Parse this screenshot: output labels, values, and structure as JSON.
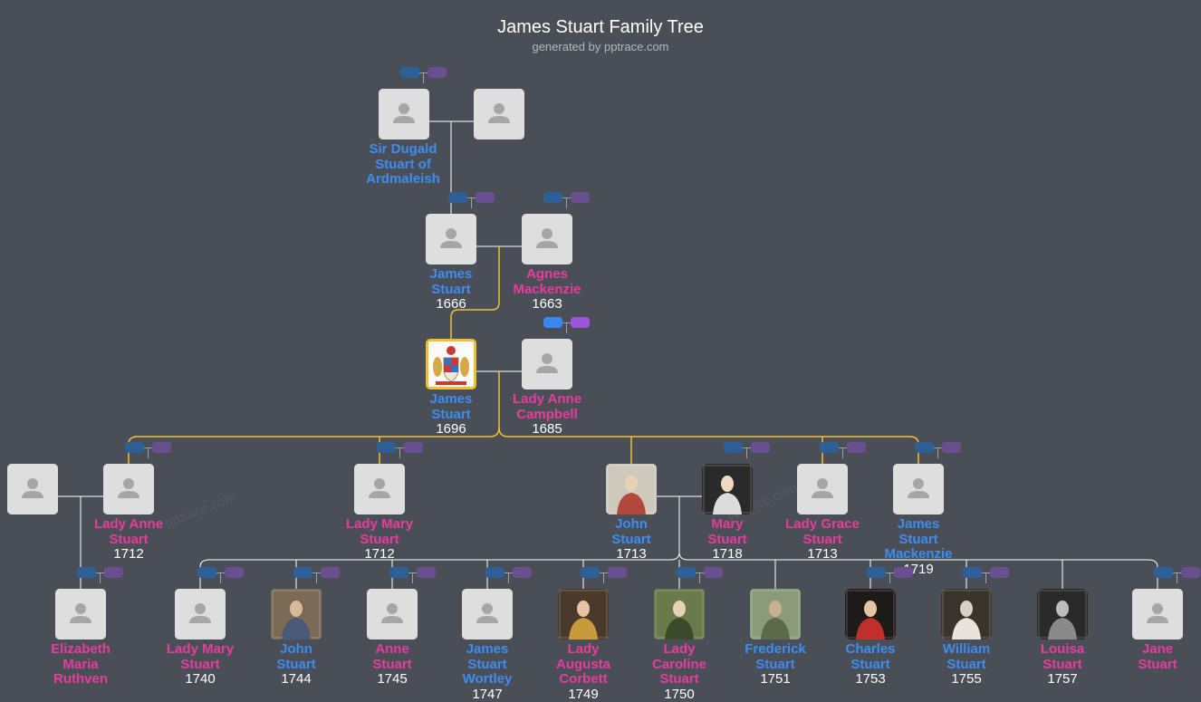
{
  "header": {
    "title": "James Stuart Family Tree",
    "subtitle": "generated by pptrace.com"
  },
  "watermark": "pptrace.com",
  "people": [
    {
      "id": "p1",
      "name": "Sir Dugald Stuart of Ardmaleish",
      "year": "",
      "sex": "m",
      "photo": "silhouette"
    },
    {
      "id": "p2",
      "name": "",
      "year": "",
      "sex": "f",
      "photo": "silhouette"
    },
    {
      "id": "p3",
      "name": "James Stuart",
      "year": "1666",
      "sex": "m",
      "photo": "silhouette"
    },
    {
      "id": "p4",
      "name": "Agnes Mackenzie",
      "year": "1663",
      "sex": "f",
      "photo": "silhouette"
    },
    {
      "id": "p5",
      "name": "James Stuart",
      "year": "1696",
      "sex": "m",
      "photo": "coat-of-arms",
      "focus": true
    },
    {
      "id": "p6",
      "name": "Lady Anne Campbell",
      "year": "1685",
      "sex": "f",
      "photo": "silhouette"
    },
    {
      "id": "p7",
      "name": "",
      "year": "",
      "sex": "m",
      "photo": "silhouette"
    },
    {
      "id": "p8",
      "name": "Lady Anne Stuart",
      "year": "1712",
      "sex": "f",
      "photo": "silhouette"
    },
    {
      "id": "p9",
      "name": "Lady Mary Stuart",
      "year": "1712",
      "sex": "f",
      "photo": "silhouette"
    },
    {
      "id": "p10",
      "name": "John Stuart",
      "year": "1713",
      "sex": "m",
      "photo": "portrait"
    },
    {
      "id": "p11",
      "name": "Mary Stuart",
      "year": "1718",
      "sex": "f",
      "photo": "portrait"
    },
    {
      "id": "p12",
      "name": "Lady Grace Stuart",
      "year": "1713",
      "sex": "f",
      "photo": "silhouette"
    },
    {
      "id": "p13",
      "name": "James Stuart Mackenzie",
      "year": "1719",
      "sex": "m",
      "photo": "silhouette"
    },
    {
      "id": "p14",
      "name": "Elizabeth Maria Ruthven",
      "year": "",
      "sex": "f",
      "photo": "silhouette"
    },
    {
      "id": "p15",
      "name": "Lady Mary Stuart",
      "year": "1740",
      "sex": "f",
      "photo": "silhouette"
    },
    {
      "id": "p16",
      "name": "John Stuart",
      "year": "1744",
      "sex": "m",
      "photo": "portrait"
    },
    {
      "id": "p17",
      "name": "Anne Stuart",
      "year": "1745",
      "sex": "f",
      "photo": "silhouette"
    },
    {
      "id": "p18",
      "name": "James Stuart Wortley",
      "year": "1747",
      "sex": "m",
      "photo": "silhouette"
    },
    {
      "id": "p19",
      "name": "Lady Augusta Corbett",
      "year": "1749",
      "sex": "f",
      "photo": "portrait"
    },
    {
      "id": "p20",
      "name": "Lady Caroline Stuart",
      "year": "1750",
      "sex": "f",
      "photo": "portrait"
    },
    {
      "id": "p21",
      "name": "Frederick Stuart",
      "year": "1751",
      "sex": "m",
      "photo": "portrait"
    },
    {
      "id": "p22",
      "name": "Charles Stuart",
      "year": "1753",
      "sex": "m",
      "photo": "portrait"
    },
    {
      "id": "p23",
      "name": "William Stuart",
      "year": "1755",
      "sex": "m",
      "photo": "portrait"
    },
    {
      "id": "p24",
      "name": "Louisa Stuart",
      "year": "1757",
      "sex": "f",
      "photo": "portrait"
    },
    {
      "id": "p25",
      "name": "Jane Stuart",
      "year": "",
      "sex": "f",
      "photo": "silhouette"
    }
  ],
  "colors": {
    "background": "#4a4f57",
    "male": "#3d8df0",
    "female": "#e83c9c",
    "ancestor_line": "#f0c030",
    "line": "#ffffff"
  }
}
